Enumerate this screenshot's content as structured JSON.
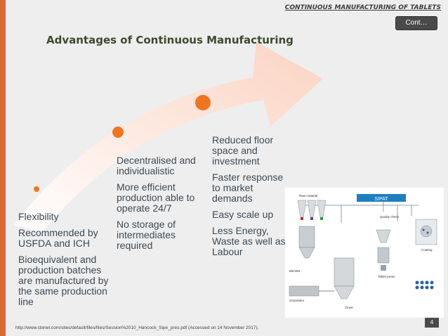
{
  "header": {
    "section_label": "CONTINUOUS MANUFACTURING OF TABLETS",
    "cont_label": "Cont…"
  },
  "slide": {
    "title": "Advantages of  Continuous Manufacturing",
    "columns": [
      {
        "items": [
          "Flexibility",
          "Recommended by USFDA and ICH",
          "Bioequivalent and production batches are manufactured by the same production line"
        ]
      },
      {
        "items": [
          "Decentralised and individualistic",
          "More efficient production able to operate 24/7",
          "No storage of intermediates required"
        ]
      },
      {
        "items": [
          "Reduced floor space and investment",
          "Faster response to market demands",
          "Easy scale up",
          "Less Energy, Waste as well as Labour"
        ]
      }
    ]
  },
  "figure": {
    "sipat_label": "SIPAT",
    "raw_material_label": "Raw material",
    "quality_check_label": "Quality check",
    "coating_label": "Coating",
    "blender_label": "Blender",
    "granulator_label": "Granulator",
    "dryer_label": "Dryer",
    "tablet_press_label": "Tablet press"
  },
  "footer": {
    "source": "http://www.cbinet.com/sites/default/files/files/Session%2010_Hancock_Sipe_pres.pdf (Accessed on 14 November 2017).",
    "page_number": "4"
  },
  "colors": {
    "accent": "#d86a33",
    "arrow_light": "#fde3d8",
    "dot": "#f07522"
  }
}
